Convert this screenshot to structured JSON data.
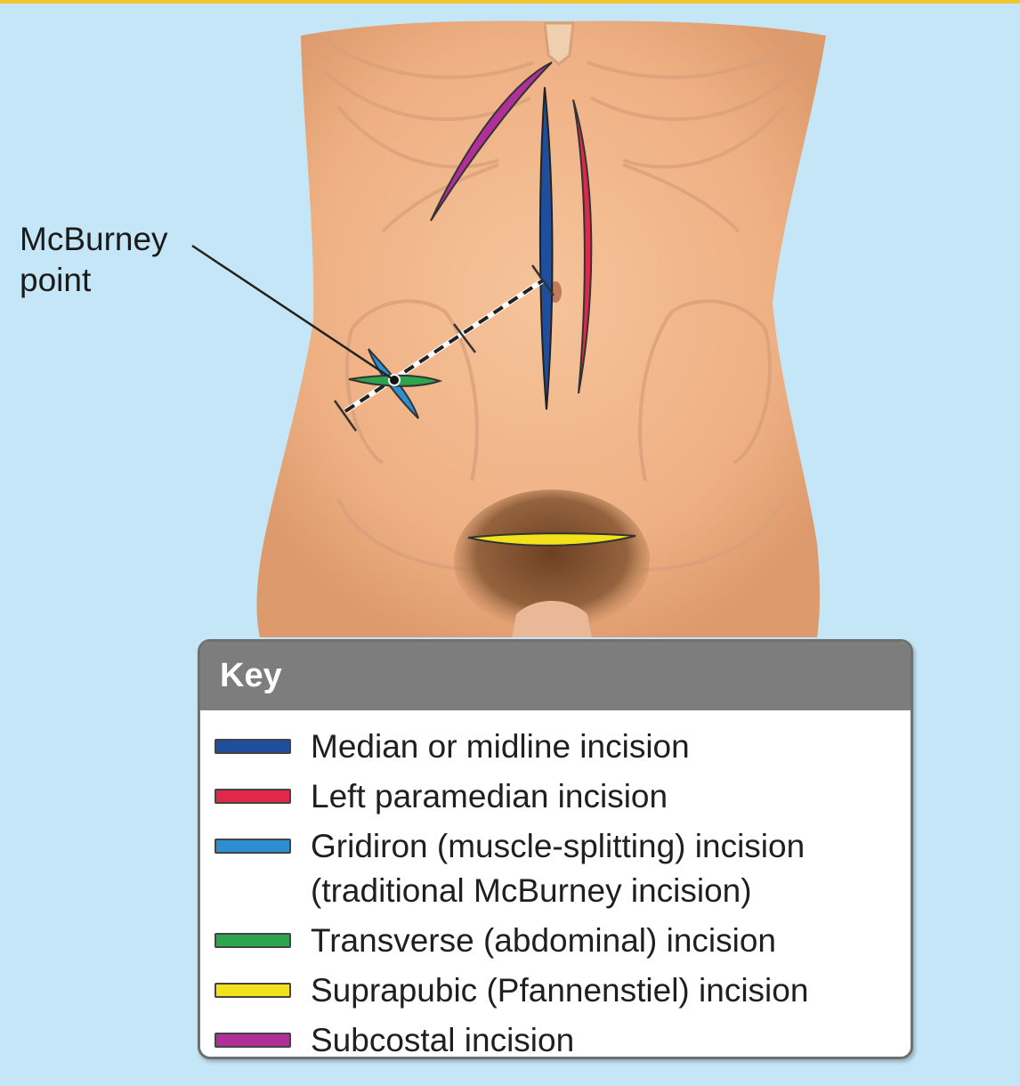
{
  "callout": {
    "line1": "McBurney",
    "line2": "point"
  },
  "key": {
    "title": "Key",
    "items": [
      {
        "lines": [
          "Median or midline incision"
        ],
        "color": "#1f4e9c",
        "line_name": "median-incision"
      },
      {
        "lines": [
          "Left paramedian incision"
        ],
        "color": "#e0284a",
        "line_name": "left-paramedian-incision"
      },
      {
        "lines": [
          "Gridiron (muscle-splitting) incision",
          "(traditional McBurney incision)"
        ],
        "color": "#2b8fd0",
        "line_name": "gridiron-incision"
      },
      {
        "lines": [
          "Transverse (abdominal) incision"
        ],
        "color": "#2ea44f",
        "line_name": "transverse-incision"
      },
      {
        "lines": [
          "Suprapubic (Pfannenstiel) incision"
        ],
        "color": "#f2e21b",
        "line_name": "suprapubic-incision"
      },
      {
        "lines": [
          "Subcostal incision"
        ],
        "color": "#b0309a",
        "line_name": "subcostal-incision"
      }
    ]
  },
  "colors": {
    "background": "#c4e6f6",
    "skin": "#f0b58a",
    "accent_bar": "#f2c431"
  }
}
